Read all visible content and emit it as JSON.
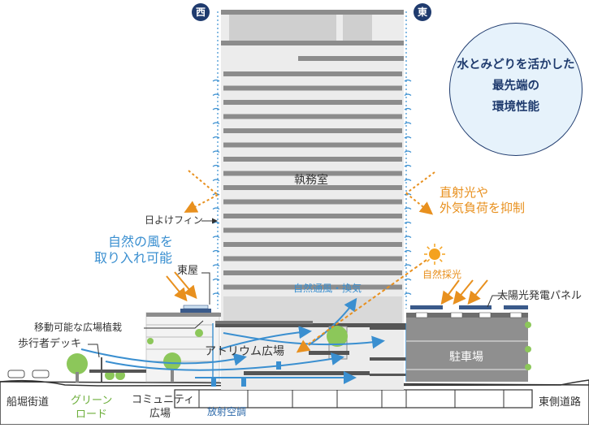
{
  "compass": {
    "west": "西",
    "east": "東"
  },
  "theme": {
    "line1": "水とみどりを活かした",
    "line2": "最先端の",
    "line3": "環境性能"
  },
  "labels": {
    "office": "執務室",
    "sunshade_fin": "日よけフィン",
    "natural_wind_1": "自然の風を",
    "natural_wind_2": "取り入れ可能",
    "direct_sun_1": "直射光や",
    "direct_sun_2": "外気負荷を抑制",
    "pavilion": "東屋",
    "natural_light": "自然採光",
    "solar_panel": "太陽光発電パネル",
    "natural_ventilation": "自然通風・換気",
    "movable_planting": "移動可能な広場植栽",
    "pedestrian_deck": "歩行者デッキ",
    "atrium": "アトリウム広場",
    "parking": "駐車場",
    "funabori": "船堀街道",
    "green_road_1": "グリーン",
    "green_road_2": "ロード",
    "community_1": "コミュニティ",
    "community_2": "広場",
    "radiant_ac": "放射空調",
    "east_road": "東側道路"
  },
  "colors": {
    "navy": "#1f3b6e",
    "wind_blue": "#3a8fd0",
    "sun_orange": "#e8901e",
    "green": "#6cae3a",
    "building_gray": "#d9d9d9",
    "slab_gray": "#8c8c8c"
  }
}
